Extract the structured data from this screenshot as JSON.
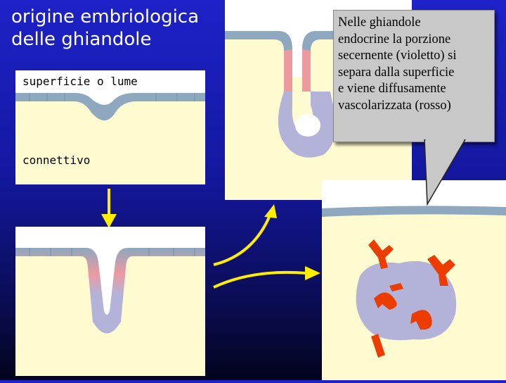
{
  "title": {
    "line1": "origine embriologica",
    "line2": "delle ghiandole"
  },
  "panel1": {
    "label_top": "superficie o lume",
    "label_bottom": "connettivo"
  },
  "callout": {
    "lines": [
      "Nelle ghiandole",
      "endocrine la porzione",
      "secernente (violetto) si",
      "separa dalla superficie",
      "e viene diffusamente",
      "vascolarizzata (rosso)"
    ]
  },
  "colors": {
    "background_top": "#1e22c8",
    "background_bottom": "#03041c",
    "connective_tissue": "#fffbd0",
    "lumen_surface": "#ffffff",
    "epithelium": "#8ea8bf",
    "secretory_portion_violet": "#b3b3d9",
    "vessels_red": "#ec3c00",
    "transition_pink": "#ec9aa0",
    "arrow_yellow": "#ffee00",
    "callout_fill": "#c8c8c8"
  }
}
